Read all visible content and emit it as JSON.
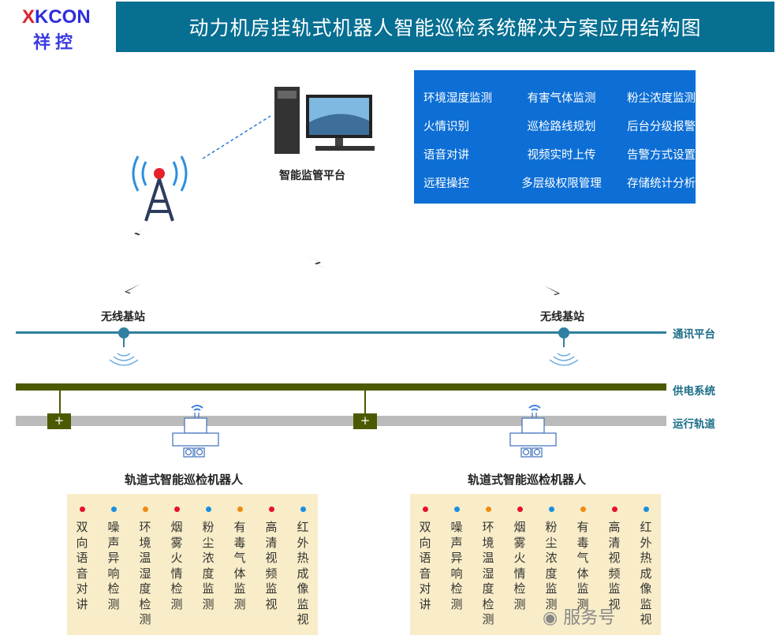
{
  "logo": {
    "en_prefix": "X",
    "en_rest": "KCON",
    "cn": "祥控"
  },
  "title": "动力机房挂轨式机器人智能巡检系统解决方案应用结构图",
  "platform_label": "智能监管平台",
  "features": [
    "环境湿度监测",
    "有害气体监测",
    "粉尘浓度监测",
    "火情识别",
    "巡检路线规划",
    "后台分级报警",
    "语音对讲",
    "视频实时上传",
    "告警方式设置",
    "远程操控",
    "多层级权限管理",
    "存储统计分析"
  ],
  "stations": [
    "无线基站",
    "无线基站"
  ],
  "lines": {
    "comm": "通讯平台",
    "power": "供电系统",
    "rail": "运行轨道"
  },
  "robot_label": "轨道式智能巡检机器人",
  "robot_functions": [
    {
      "text": "双向语音对讲",
      "color": "#e8102e"
    },
    {
      "text": "噪声异响检测",
      "color": "#1a8fe0"
    },
    {
      "text": "环境温湿度检测",
      "color": "#f08a10"
    },
    {
      "text": "烟雾火情检测",
      "color": "#e8102e"
    },
    {
      "text": "粉尘浓度监测",
      "color": "#1a8fe0"
    },
    {
      "text": "有毒气体监测",
      "color": "#f08a10"
    },
    {
      "text": "高清视频监视",
      "color": "#e8102e"
    },
    {
      "text": "红外热成像监视",
      "color": "#1a8fe0"
    }
  ],
  "watermark": "服务号"
}
